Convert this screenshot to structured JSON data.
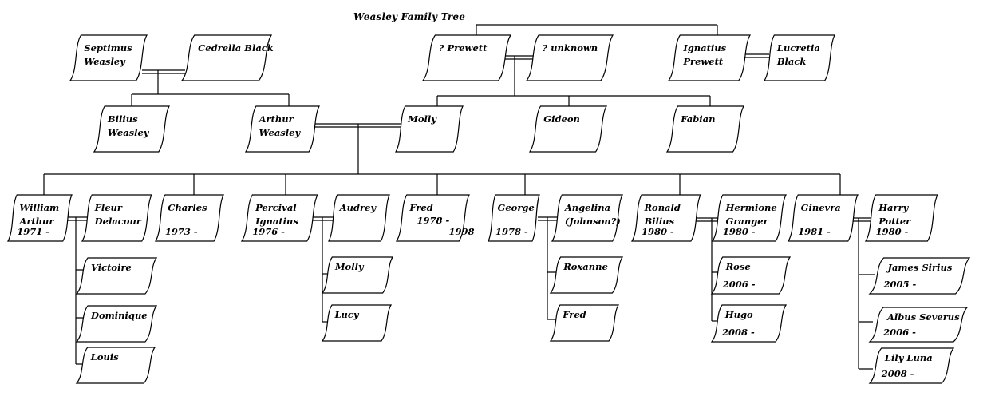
{
  "title": "Weasley Family Tree",
  "people": {
    "septimus": {
      "lines": [
        "Septimus",
        "Weasley"
      ]
    },
    "cedrella": {
      "lines": [
        "Cedrella Black"
      ]
    },
    "prewett": {
      "lines": [
        "? Prewett"
      ]
    },
    "unknown": {
      "lines": [
        "? unknown"
      ]
    },
    "ignatius": {
      "lines": [
        "Ignatius",
        "Prewett"
      ]
    },
    "lucretia": {
      "lines": [
        "Lucretia",
        "Black"
      ]
    },
    "bilius": {
      "lines": [
        "Bilius",
        "Weasley"
      ]
    },
    "arthur": {
      "lines": [
        "Arthur",
        "Weasley"
      ]
    },
    "molly": {
      "lines": [
        "Molly"
      ]
    },
    "gideon": {
      "lines": [
        "Gideon"
      ]
    },
    "fabian": {
      "lines": [
        "Fabian"
      ]
    },
    "william": {
      "lines": [
        "William",
        "Arthur"
      ],
      "year": "1971 -"
    },
    "fleur": {
      "lines": [
        "Fleur",
        "Delacour"
      ]
    },
    "charles": {
      "lines": [
        "Charles"
      ],
      "year": "1973 -"
    },
    "percival": {
      "lines": [
        "Percival",
        "Ignatius"
      ],
      "year": "1976 -"
    },
    "audrey": {
      "lines": [
        "Audrey"
      ]
    },
    "fred": {
      "lines": [
        "Fred"
      ],
      "year": "1978 -          1998"
    },
    "george": {
      "lines": [
        "George"
      ],
      "year": "1978 -"
    },
    "angelina": {
      "lines": [
        "Angelina",
        "(Johnson?)"
      ]
    },
    "ronald": {
      "lines": [
        "Ronald",
        "Bilius"
      ],
      "year": "1980 -"
    },
    "hermione": {
      "lines": [
        "Hermione",
        "Granger"
      ],
      "year": "1980 -"
    },
    "ginevra": {
      "lines": [
        "Ginevra"
      ],
      "year": "1981 -"
    },
    "harry": {
      "lines": [
        "Harry",
        "Potter"
      ],
      "year": "1980 -"
    },
    "victoire": {
      "lines": [
        "Victoire"
      ]
    },
    "dominique": {
      "lines": [
        "Dominique"
      ]
    },
    "louis": {
      "lines": [
        "Louis"
      ]
    },
    "molly2": {
      "lines": [
        "Molly"
      ]
    },
    "lucy": {
      "lines": [
        "Lucy"
      ]
    },
    "roxanne": {
      "lines": [
        "Roxanne"
      ]
    },
    "fred2": {
      "lines": [
        "Fred"
      ]
    },
    "rose": {
      "lines": [
        "Rose"
      ],
      "year": "2006 -"
    },
    "hugo": {
      "lines": [
        "Hugo"
      ],
      "year": "2008 -"
    },
    "james": {
      "lines": [
        "James Sirius"
      ],
      "year": "2005 -"
    },
    "albus": {
      "lines": [
        "Albus Severus"
      ],
      "year": "2006 -"
    },
    "lily": {
      "lines": [
        "Lily Luna"
      ],
      "year": "2008 -"
    }
  }
}
